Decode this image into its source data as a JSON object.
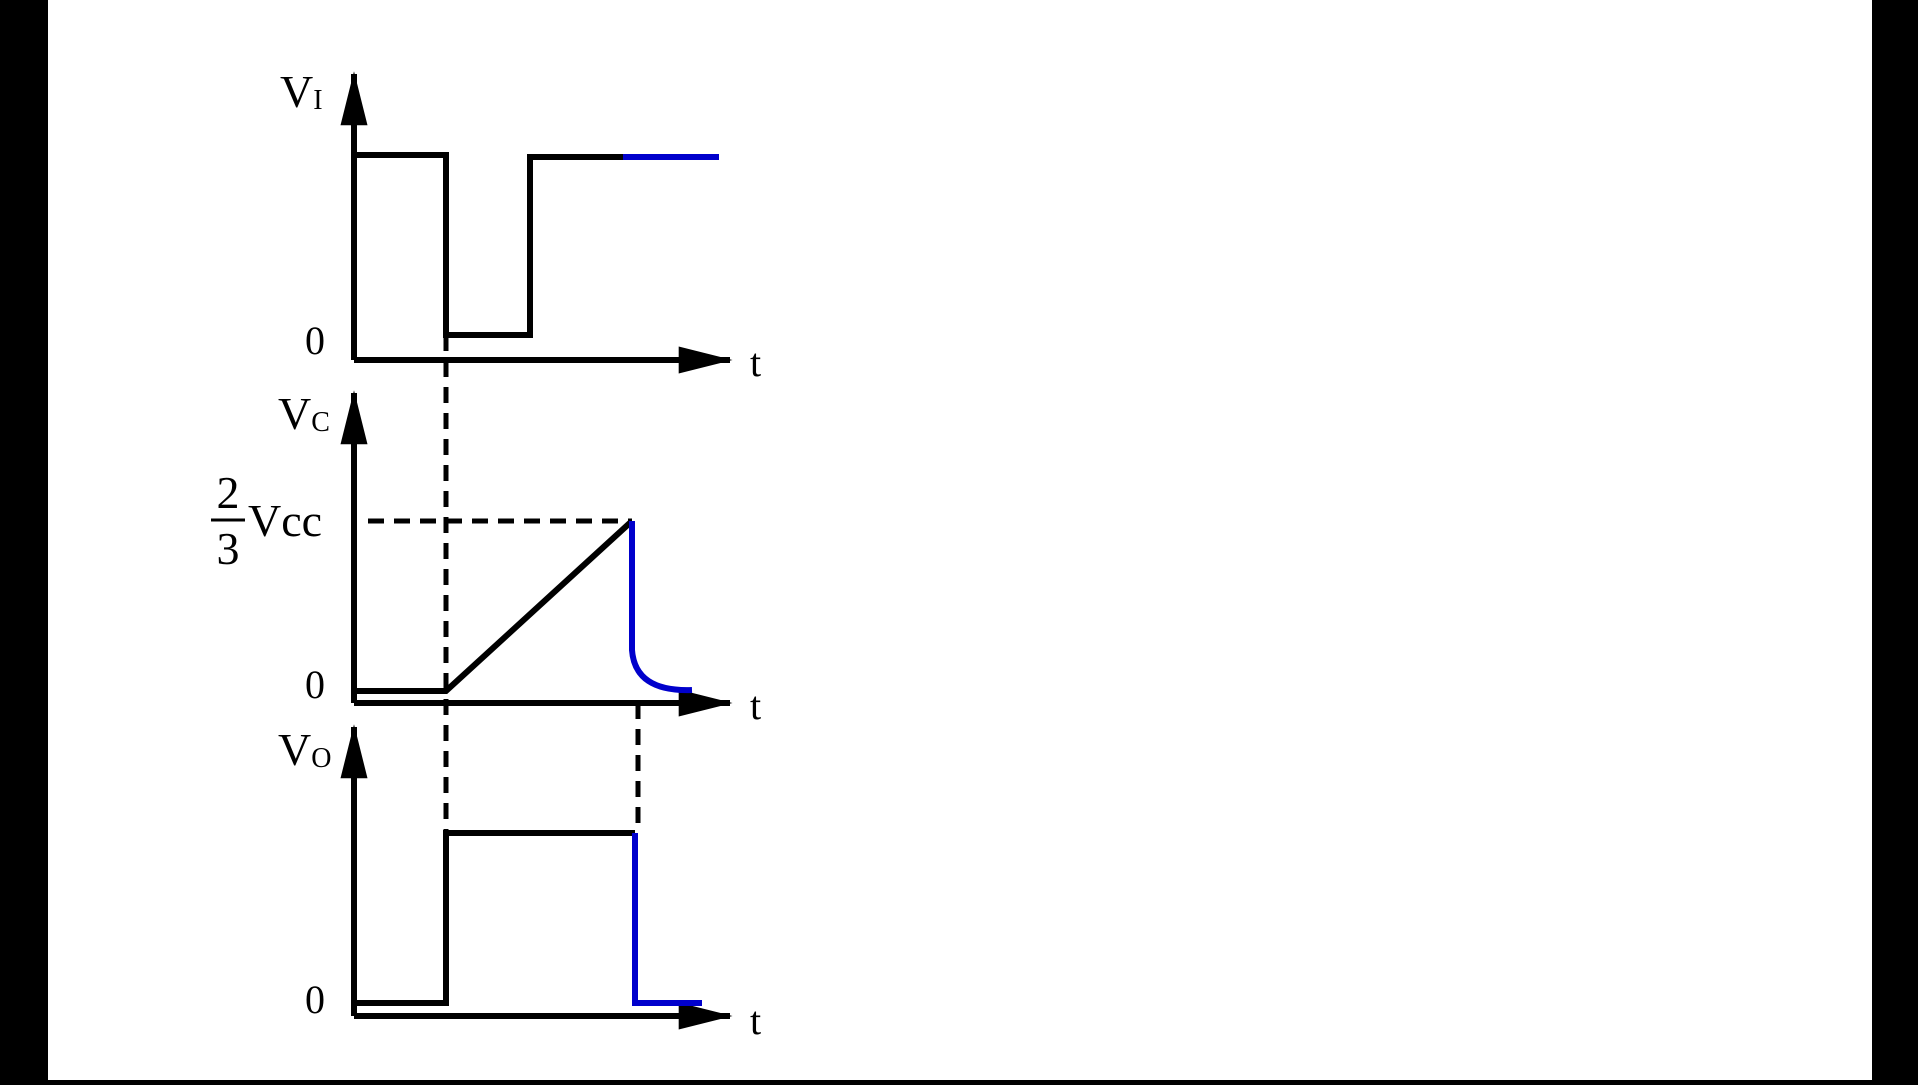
{
  "colors": {
    "background": "#000000",
    "panel": "#ffffff",
    "trace": "#000000",
    "highlight": "#0000cc"
  },
  "waveforms": {
    "vi": {
      "label_main": "V",
      "label_sub": "I",
      "zero_label": "0",
      "time_label": "t"
    },
    "vc": {
      "label_main": "V",
      "label_sub": "C",
      "zero_label": "0",
      "time_label": "t",
      "threshold_numerator": "2",
      "threshold_denominator": "3",
      "threshold_suffix": "Vcc"
    },
    "vo": {
      "label_main": "V",
      "label_sub": "O",
      "zero_label": "0",
      "time_label": "t"
    }
  }
}
